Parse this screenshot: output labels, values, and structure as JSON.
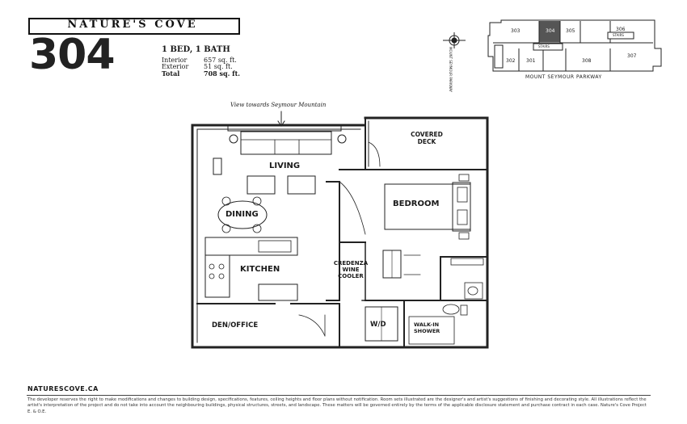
{
  "header": {
    "brand": "NATURE'S COVE",
    "unit_number": "304",
    "beds_baths": "1 BED, 1 BATH",
    "areas": [
      {
        "label": "Interior",
        "value": "657 sq. ft."
      },
      {
        "label": "Exterior",
        "value": "51 sq. ft."
      },
      {
        "label": "Total",
        "value": "708 sq. ft."
      }
    ]
  },
  "keyplan": {
    "units": [
      "303",
      "304",
      "305",
      "306",
      "302",
      "301",
      "308",
      "307"
    ],
    "stairs": "STAIRS",
    "street_caption": "MOUNT SEYMOUR PARKWAY",
    "side_caption": "MOUNT SEYMOUR PARKWAY",
    "highlighted": "304",
    "highlight_color": "#555555"
  },
  "floorplan": {
    "view_note": "View towards Seymour Mountain",
    "rooms": {
      "living": "LIVING",
      "dining": "DINING",
      "kitchen": "KITCHEN",
      "den": "DEN/OFFICE",
      "deck_line1": "COVERED",
      "deck_line2": "DECK",
      "bedroom": "BEDROOM",
      "credenza_line1": "CREDENZA",
      "credenza_line2": "WINE",
      "credenza_line3": "COOLER",
      "wd": "W/D",
      "shower_line1": "WALK-IN",
      "shower_line2": "SHOWER"
    }
  },
  "footer": {
    "url": "NATURESCOVE.CA",
    "disclaimer": "The developer reserves the right to make modifications and changes to building design, specifications, features, ceiling heights and floor plans without notification. Room sets illustrated are the designer's and artist's suggestions of finishing and decorating style. All illustrations reflect the artist's interpretation of the project and do not take into account the neighbouring buildings, physical structures, streets, and landscape. These matters will be governed entirely by the terms of the applicable disclosure statement and purchase contract in each case. Nature's Cove Project E. & O.E."
  }
}
